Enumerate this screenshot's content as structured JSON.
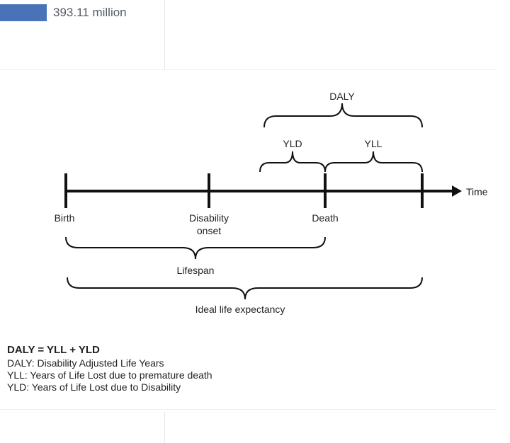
{
  "top_stat": {
    "value": "393.11 million"
  },
  "diagram": {
    "labels": {
      "daly": "DALY",
      "yld": "YLD",
      "yll": "YLL",
      "time": "Time",
      "birth": "Birth",
      "disability_onset_1": "Disability",
      "disability_onset_2": "onset",
      "death": "Death",
      "lifespan": "Lifespan",
      "ideal_life_expectancy": "Ideal life expectancy"
    }
  },
  "legend": {
    "formula": "DALY = YLL + YLD",
    "definitions": [
      "DALY: Disability Adjusted Life Years",
      "YLL: Years of Life Lost due to premature death",
      "YLD: Years of Life Lost due to Disability"
    ]
  },
  "colors": {
    "bar": "#4a72b8",
    "line": "#111111"
  }
}
